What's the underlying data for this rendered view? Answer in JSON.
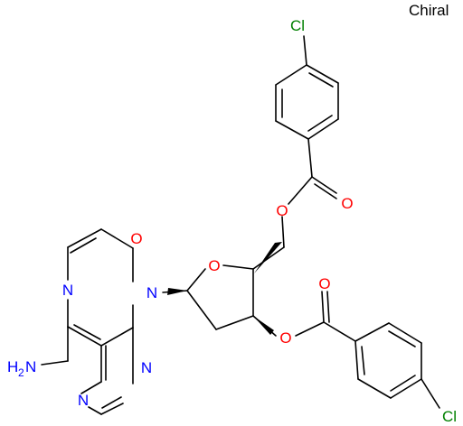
{
  "label": "Chiral",
  "atoms": {
    "cl1": "Cl",
    "cl2": "Cl",
    "o_ester1_carbonyl": "O",
    "o_ester1_link": "O",
    "o_ring": "O",
    "o_ester2_link": "O",
    "o_ester2_carbonyl": "O",
    "o_oxo": "O",
    "n_ring1": "N",
    "n_glyc": "N",
    "n_ring2": "N",
    "n_ring3": "N",
    "nh2_n": "N",
    "nh2_h": "H",
    "nh2_sub": "2"
  },
  "colors": {
    "bond": "#000000",
    "chlorine": "#008000",
    "oxygen": "#ff0000",
    "nitrogen": "#0000ff"
  }
}
